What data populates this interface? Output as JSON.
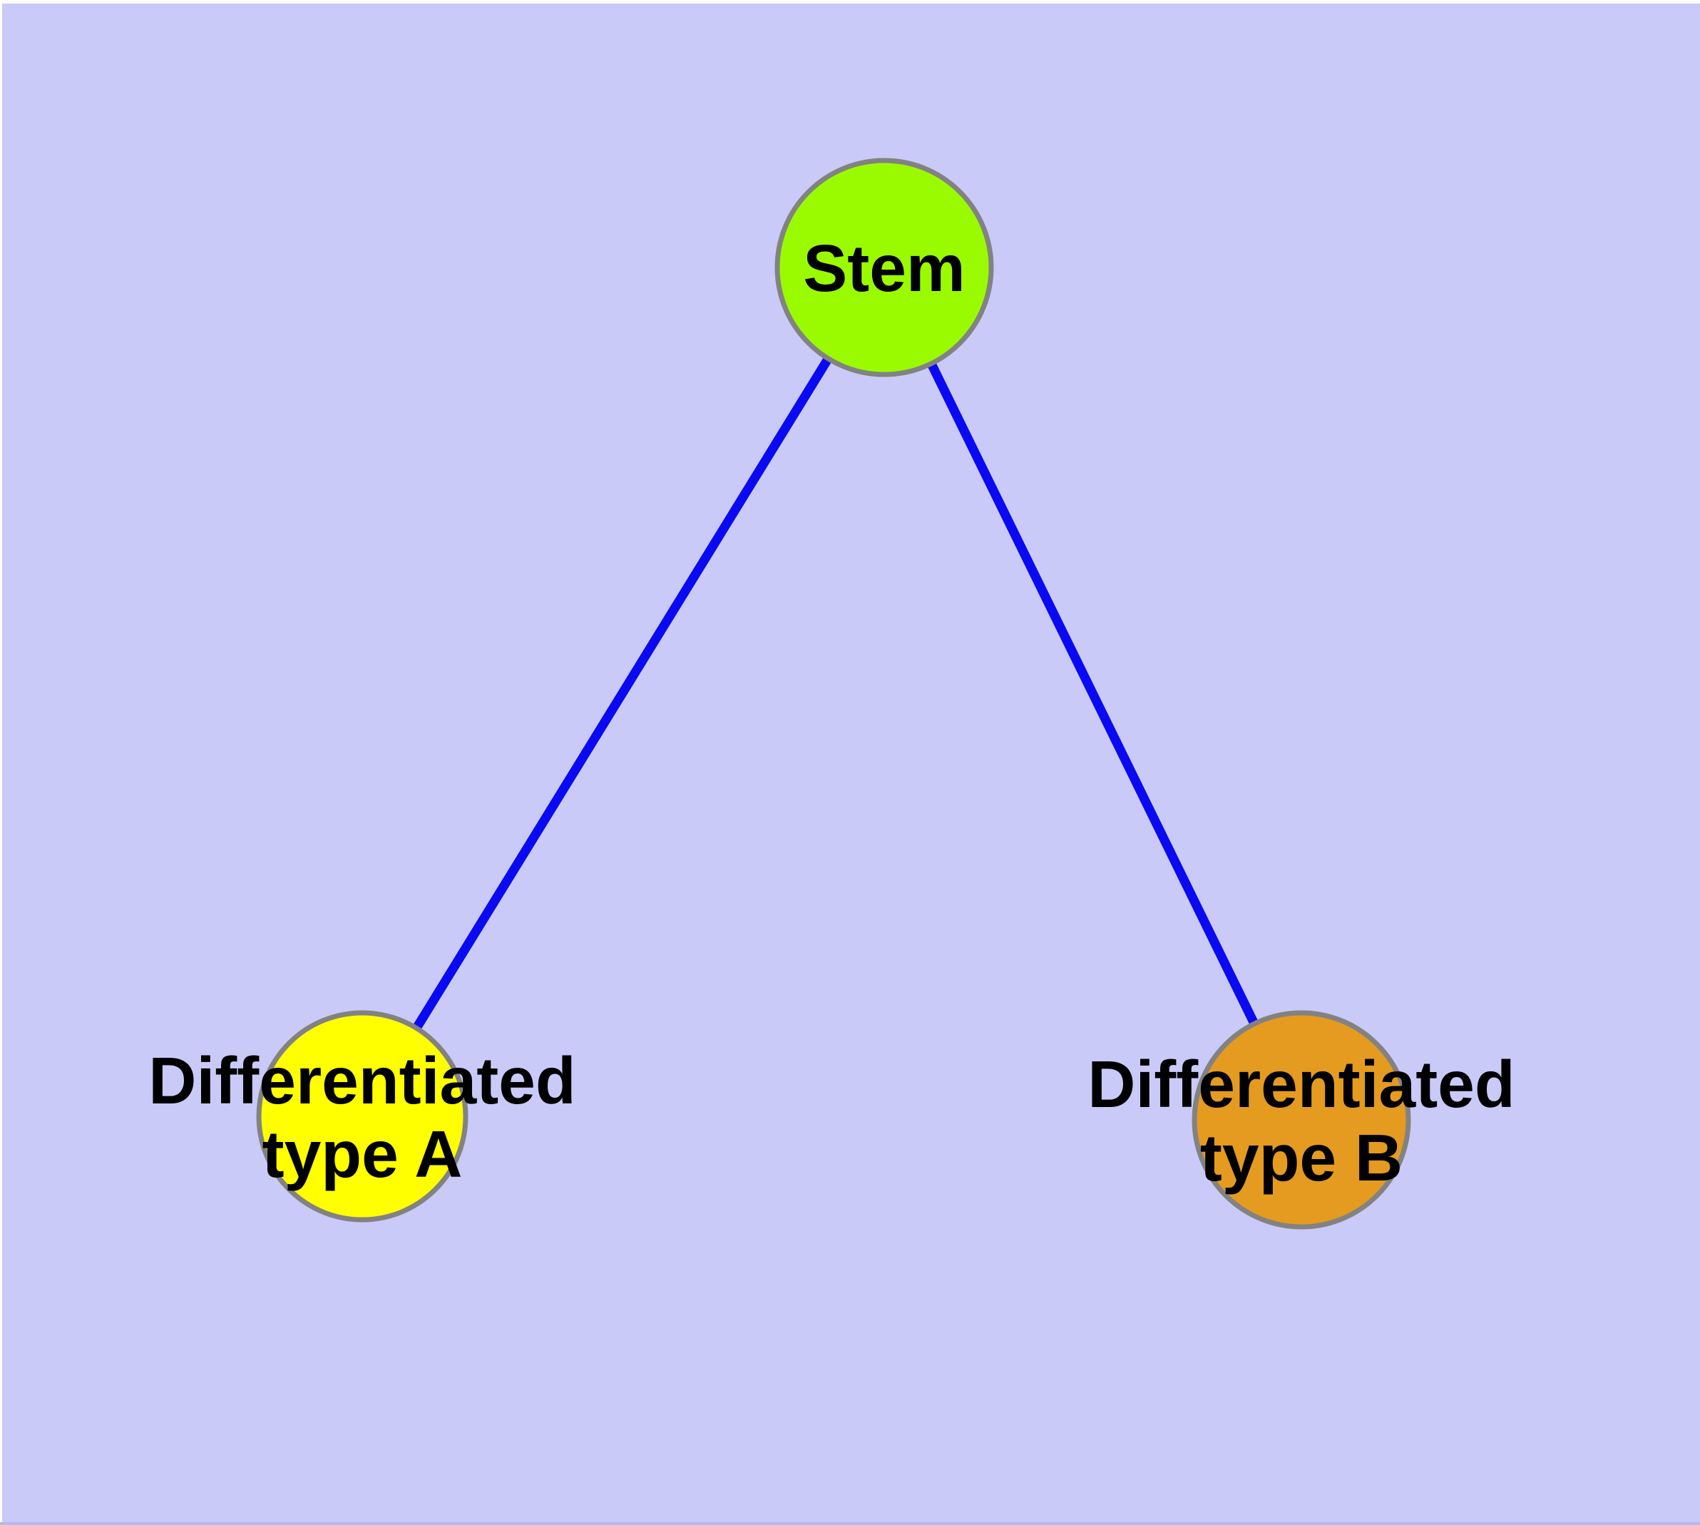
{
  "canvas": {
    "background_color": "#cacaf8",
    "edge_color": "#0a0af2",
    "node_border_color": "#828282",
    "label_color": "#000000"
  },
  "nodes": [
    {
      "id": "stem",
      "label": "Stem",
      "color": "#9afb00"
    },
    {
      "id": "differentiated-type-a",
      "label": "Differentiated type A",
      "label_line1": "Differentiated",
      "label_line2": "type A",
      "color": "#ffff00"
    },
    {
      "id": "differentiated-type-b",
      "label": "Differentiated type B",
      "label_line1": "Differentiated",
      "label_line2": "type B",
      "color": "#e49b20"
    }
  ],
  "edges": [
    {
      "from": "Stem",
      "to": "Differentiated type A"
    },
    {
      "from": "Stem",
      "to": "Differentiated type B"
    }
  ]
}
